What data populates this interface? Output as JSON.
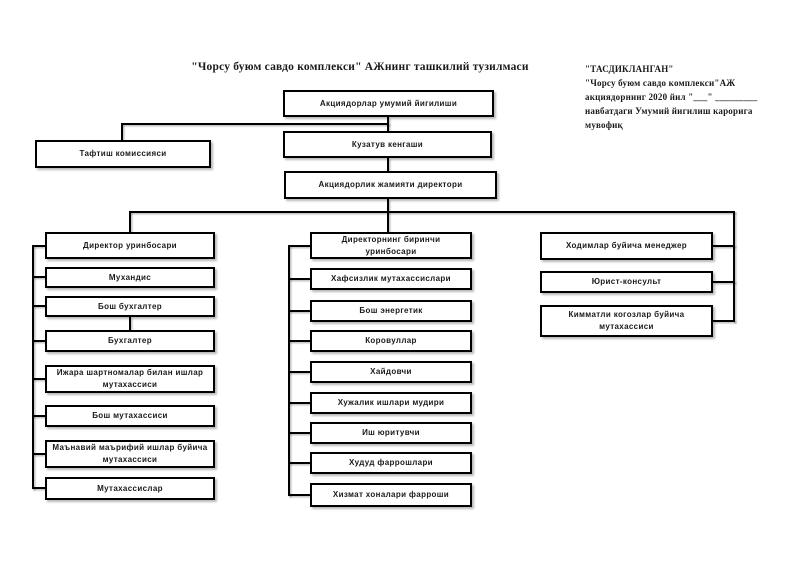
{
  "title": "\"Чорсу буюм савдо комплекси\" АЖнинг ташкилий тузилмаси",
  "approval": {
    "line1": "\"ТАСДИКЛАНГАН\"",
    "line2": "\"Чорсу буюм савдо комплекси\"АЖ",
    "line3": "акциядорнинг 2020 йил \"___\" _________",
    "line4": "навбатдаги Умумий йигилиш карорига",
    "line5": "мувофиқ"
  },
  "nodes": {
    "general_meeting": "Акциядорлар умумий йигилиши",
    "audit_commission": "Тафтиш комиссияси",
    "supervisory_board": "Кузатув кенгаши",
    "director": "Акциядорлик жамияти директори"
  },
  "columns": [
    {
      "header": "Директор уринбосари",
      "items": [
        "Мухандис",
        "Бош бухгалтер",
        "Бухгалтер",
        "Ижара шартномалар билан ишлар мутахассиси",
        "Бош мутахассиси",
        "Маънавий маърифий ишлар буйича мутахассиси",
        "Мутахассислар"
      ]
    },
    {
      "header": "Директорнинг биринчи уринбосари",
      "items": [
        "Хафсизлик мутахассислари",
        "Бош энергетик",
        "Коровуллар",
        "Хайдовчи",
        "Хужалик ишлари мудири",
        "Иш юритувчи",
        "Худуд фаррошлари",
        "Хизмат хоналари фарроши"
      ]
    },
    {
      "header": "Ходимлар буйича менеджер",
      "items": [
        "Юрист-консульт",
        "Кимматли когозлар буйича мутахассиси"
      ]
    }
  ],
  "colors": {
    "line": "#000000",
    "box_border": "#000000",
    "box_bg": "#ffffff",
    "page_bg": "#ffffff"
  }
}
